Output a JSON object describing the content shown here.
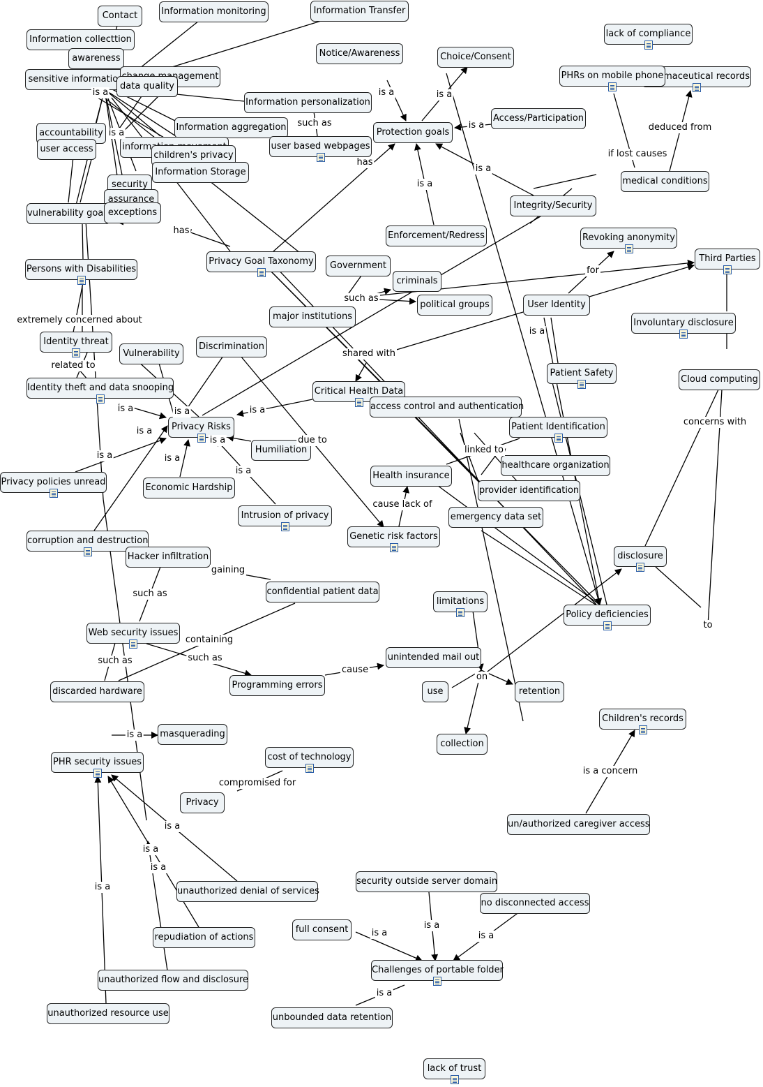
{
  "nodes": [
    {
      "id": "contact",
      "label": "Contact"
    },
    {
      "id": "information-monitoring",
      "label": "Information monitoring"
    },
    {
      "id": "information-transfer",
      "label": "Information Transfer"
    },
    {
      "id": "information-collection",
      "label": "Information collecttion"
    },
    {
      "id": "awareness",
      "label": "awareness"
    },
    {
      "id": "sensitive-information",
      "label": "sensitive information"
    },
    {
      "id": "change-management",
      "label": "change management"
    },
    {
      "id": "data-quality",
      "label": "data quality"
    },
    {
      "id": "information-personalization",
      "label": "Information personalization"
    },
    {
      "id": "accountability",
      "label": "accountability"
    },
    {
      "id": "information-aggregation",
      "label": "Information aggregation"
    },
    {
      "id": "information-movement",
      "label": "information movement"
    },
    {
      "id": "user-access",
      "label": "user access"
    },
    {
      "id": "childrens-privacy",
      "label": "children's privacy"
    },
    {
      "id": "information-storage",
      "label": "Information Storage"
    },
    {
      "id": "security",
      "label": "security"
    },
    {
      "id": "assurance",
      "label": "assurance"
    },
    {
      "id": "exceptions",
      "label": "exceptions"
    },
    {
      "id": "vulnerability-goals",
      "label": "vulnerability goals"
    },
    {
      "id": "notice-awareness",
      "label": "Notice/Awareness"
    },
    {
      "id": "choice-consent",
      "label": "Choice/Consent"
    },
    {
      "id": "protection-goals",
      "label": "Protection goals"
    },
    {
      "id": "access-participation",
      "label": "Access/Participation"
    },
    {
      "id": "user-based-webpages",
      "label": "user based webpages",
      "icon": "resource-icon"
    },
    {
      "id": "enforcement-redress",
      "label": "Enforcement/Redress"
    },
    {
      "id": "integrity-security",
      "label": "Integrity/Security"
    },
    {
      "id": "lack-of-compliance",
      "label": "lack of compliance",
      "icon": "resource-icon"
    },
    {
      "id": "pharmaceutical-records",
      "label": "Pharmaceutical records",
      "icon": "resource-icon"
    },
    {
      "id": "phrs-on-mobile-phone",
      "label": "PHRs on mobile phone",
      "icon": "resource-icon"
    },
    {
      "id": "medical-conditions",
      "label": "medical conditions"
    },
    {
      "id": "revoking-anonymity",
      "label": "Revoking anonymity",
      "icon": "resource-icon"
    },
    {
      "id": "third-parties",
      "label": "Third Parties",
      "icon": "resource-icon"
    },
    {
      "id": "persons-with-disabilities",
      "label": "Persons with Disabilities",
      "icon": "resource-icon"
    },
    {
      "id": "privacy-goal-taxonomy",
      "label": "Privacy Goal Taxonomy",
      "icon": "resource-icon"
    },
    {
      "id": "government",
      "label": "Government"
    },
    {
      "id": "criminals",
      "label": "criminals"
    },
    {
      "id": "major-institutions",
      "label": "major institutions"
    },
    {
      "id": "political-groups",
      "label": "political groups"
    },
    {
      "id": "user-identity",
      "label": "User Identity"
    },
    {
      "id": "involuntary-disclosure",
      "label": "Involuntary disclosure",
      "icon": "resource-icon"
    },
    {
      "id": "identity-threat",
      "label": "Identity threat",
      "icon": "resource-icon"
    },
    {
      "id": "vulnerability",
      "label": "Vulnerability"
    },
    {
      "id": "discrimination",
      "label": "Discrimination"
    },
    {
      "id": "identity-theft",
      "label": "Identity theft and data snooping",
      "icon": "resource-icon"
    },
    {
      "id": "critical-health-data",
      "label": "Critical Health Data",
      "icon": "resource-icon"
    },
    {
      "id": "access-control",
      "label": "access control and authentication"
    },
    {
      "id": "patient-safety",
      "label": "Patient Safety",
      "icon": "resource-icon"
    },
    {
      "id": "cloud-computing",
      "label": "Cloud computing"
    },
    {
      "id": "privacy-risks",
      "label": "Privacy Risks",
      "icon": "resource-icon"
    },
    {
      "id": "humiliation",
      "label": "Humiliation"
    },
    {
      "id": "patient-identification",
      "label": "Patient Identification",
      "icon": "resource-icon"
    },
    {
      "id": "healthcare-organization",
      "label": "healthcare organization"
    },
    {
      "id": "privacy-policies-unread",
      "label": "Privacy policies unread",
      "icon": "resource-icon"
    },
    {
      "id": "economic-hardship",
      "label": "Economic Hardship"
    },
    {
      "id": "health-insurance",
      "label": "Health insurance"
    },
    {
      "id": "provider-identification",
      "label": "provider identification"
    },
    {
      "id": "intrusion-of-privacy",
      "label": "Intrusion of privacy",
      "icon": "resource-icon"
    },
    {
      "id": "emergency-data-set",
      "label": "emergency data set"
    },
    {
      "id": "genetic-risk-factors",
      "label": "Genetic risk factors",
      "icon": "resource-icon"
    },
    {
      "id": "corruption-and-destruction",
      "label": "corruption and destruction",
      "icon": "resource-icon"
    },
    {
      "id": "hacker-infiltration",
      "label": "Hacker infiltration"
    },
    {
      "id": "disclosure",
      "label": "disclosure",
      "icon": "resource-icon"
    },
    {
      "id": "confidential-patient-data",
      "label": "confidential patient data"
    },
    {
      "id": "limitations",
      "label": "limitations",
      "icon": "resource-icon"
    },
    {
      "id": "policy-deficiencies",
      "label": "Policy deficiencies",
      "icon": "resource-icon"
    },
    {
      "id": "web-security-issues",
      "label": "Web security issues",
      "icon": "resource-icon"
    },
    {
      "id": "unintended-mail-out",
      "label": "unintended mail out"
    },
    {
      "id": "programming-errors",
      "label": "Programming errors"
    },
    {
      "id": "discarded-hardware",
      "label": "discarded hardware"
    },
    {
      "id": "use",
      "label": "use"
    },
    {
      "id": "retention",
      "label": "retention"
    },
    {
      "id": "childrens-records",
      "label": "Children's records",
      "icon": "resource-icon"
    },
    {
      "id": "masquerading",
      "label": "masquerading"
    },
    {
      "id": "collection",
      "label": "collection"
    },
    {
      "id": "phr-security-issues",
      "label": "PHR security issues",
      "icon": "resource-icon"
    },
    {
      "id": "cost-of-technology",
      "label": "cost of technology",
      "icon": "resource-icon"
    },
    {
      "id": "privacy",
      "label": "Privacy"
    },
    {
      "id": "unauthorized-caregiver-access",
      "label": "un/authorized caregiver access"
    },
    {
      "id": "security-outside-server-domain",
      "label": "security outside server domain"
    },
    {
      "id": "unauthorized-denial-of-services",
      "label": "unauthorized denial of services"
    },
    {
      "id": "no-disconnected-access",
      "label": "no disconnected access"
    },
    {
      "id": "full-consent",
      "label": "full consent"
    },
    {
      "id": "repudiation-of-actions",
      "label": "repudiation of actions"
    },
    {
      "id": "challenges-of-portable-folder",
      "label": "Challenges of portable folder",
      "icon": "resource-icon"
    },
    {
      "id": "unauthorized-flow-and-disclosure",
      "label": "unauthorized flow and disclosure"
    },
    {
      "id": "unauthorized-resource-use",
      "label": "unauthorized resource use"
    },
    {
      "id": "unbounded-data-retention",
      "label": "unbounded data retention"
    },
    {
      "id": "lack-of-trust",
      "label": "lack of trust",
      "icon": "resource-icon"
    }
  ],
  "link_labels": [
    {
      "id": "is-a-sensitive",
      "text": "is a"
    },
    {
      "id": "is-a-accountability",
      "text": "is a"
    },
    {
      "id": "is-a-notice",
      "text": "is a"
    },
    {
      "id": "is-a-choice",
      "text": "is a"
    },
    {
      "id": "is-a-access-participation",
      "text": "is a"
    },
    {
      "id": "such-as-webpages",
      "text": "such as"
    },
    {
      "id": "has-protection",
      "text": "has"
    },
    {
      "id": "is-a-enforcement",
      "text": "is a"
    },
    {
      "id": "is-a-integrity",
      "text": "is a"
    },
    {
      "id": "deduced-from",
      "text": "deduced from"
    },
    {
      "id": "if-lost-causes",
      "text": "if lost causes"
    },
    {
      "id": "has-vulnerability",
      "text": "has"
    },
    {
      "id": "for",
      "text": "for"
    },
    {
      "id": "such-as-institutions",
      "text": "such as"
    },
    {
      "id": "is-a-user-identity",
      "text": "is a"
    },
    {
      "id": "extremely-concerned-about",
      "text": "extremely concerned about"
    },
    {
      "id": "related-to",
      "text": "related to"
    },
    {
      "id": "shared-with",
      "text": "shared with"
    },
    {
      "id": "is-a-identity-theft",
      "text": "is a"
    },
    {
      "id": "is-a-vulnerability",
      "text": "is a"
    },
    {
      "id": "is-a-critical",
      "text": "is a"
    },
    {
      "id": "concerns-with",
      "text": "concerns with"
    },
    {
      "id": "is-a-corruption",
      "text": "is a"
    },
    {
      "id": "is-a-humiliation",
      "text": "is a"
    },
    {
      "id": "due-to",
      "text": "due to"
    },
    {
      "id": "linked-to",
      "text": "linked to"
    },
    {
      "id": "is-a-policies",
      "text": "is a"
    },
    {
      "id": "is-a-economic",
      "text": "is a"
    },
    {
      "id": "is-a-intrusion",
      "text": "is a"
    },
    {
      "id": "cause-lack-of",
      "text": "cause lack of"
    },
    {
      "id": "gaining",
      "text": "gaining"
    },
    {
      "id": "such-as-hacker",
      "text": "such as"
    },
    {
      "id": "to",
      "text": "to"
    },
    {
      "id": "containing",
      "text": "containing"
    },
    {
      "id": "such-as-hardware",
      "text": "such as"
    },
    {
      "id": "such-as-programming",
      "text": "such as"
    },
    {
      "id": "cause",
      "text": "cause"
    },
    {
      "id": "on",
      "text": "on"
    },
    {
      "id": "is-a-masquerading",
      "text": "is a"
    },
    {
      "id": "is-a-concern",
      "text": "is a concern"
    },
    {
      "id": "compromised-for",
      "text": "compromised for"
    },
    {
      "id": "is-a-denial",
      "text": "is a"
    },
    {
      "id": "is-a-repudiation",
      "text": "is a"
    },
    {
      "id": "is-a-flow",
      "text": "is a"
    },
    {
      "id": "is-a-resource",
      "text": "is a"
    },
    {
      "id": "is-a-security-outside",
      "text": "is a"
    },
    {
      "id": "is-a-full-consent",
      "text": "is a"
    },
    {
      "id": "is-a-no-disconnected",
      "text": "is a"
    },
    {
      "id": "is-a-unbounded",
      "text": "is a"
    }
  ]
}
